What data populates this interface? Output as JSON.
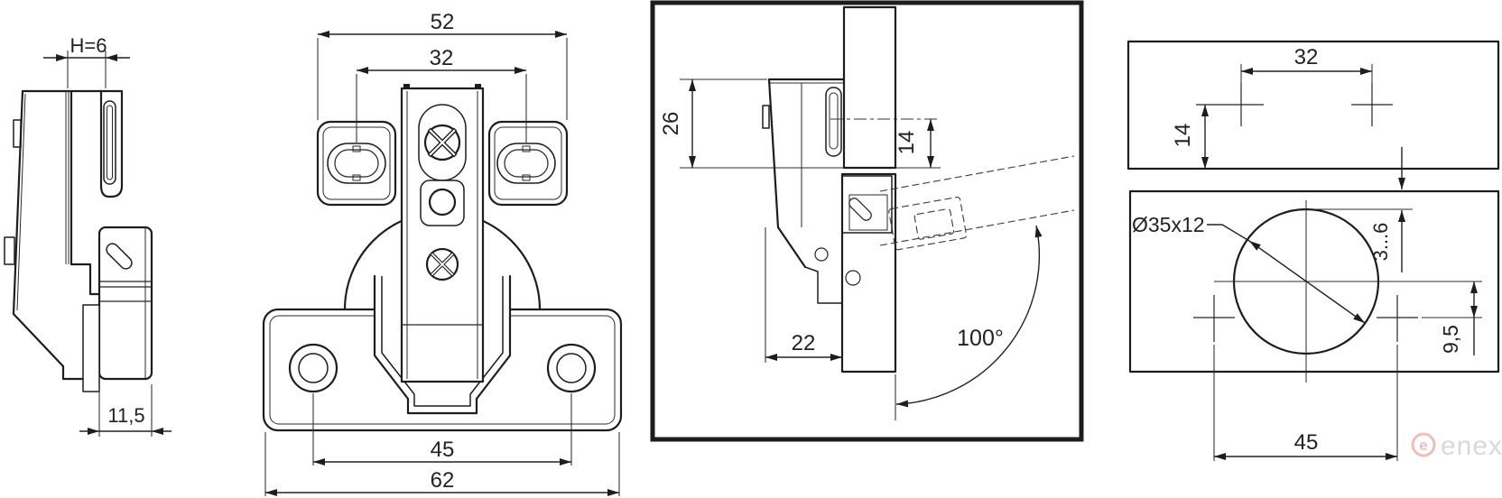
{
  "drawing": {
    "side_view": {
      "dim_h": "H=6",
      "dim_depth": "11,5"
    },
    "front_view": {
      "dim_width": "52",
      "dim_slot_spacing": "32",
      "dim_hole_spacing": "45",
      "dim_base_width": "62"
    },
    "mounted_view": {
      "dim_plate_height": "26",
      "dim_overlay": "14",
      "dim_protrusion": "22",
      "dim_opening_angle": "100°"
    },
    "drilling_view": {
      "dim_system_holes": "32",
      "dim_edge_offset": "14",
      "dim_cup": "Ø35x12",
      "dim_reveal": "3...6",
      "dim_screw_offset": "9,5",
      "dim_screw_spacing": "45"
    },
    "watermark": {
      "logo_letter": "e",
      "brand": "enex"
    }
  }
}
